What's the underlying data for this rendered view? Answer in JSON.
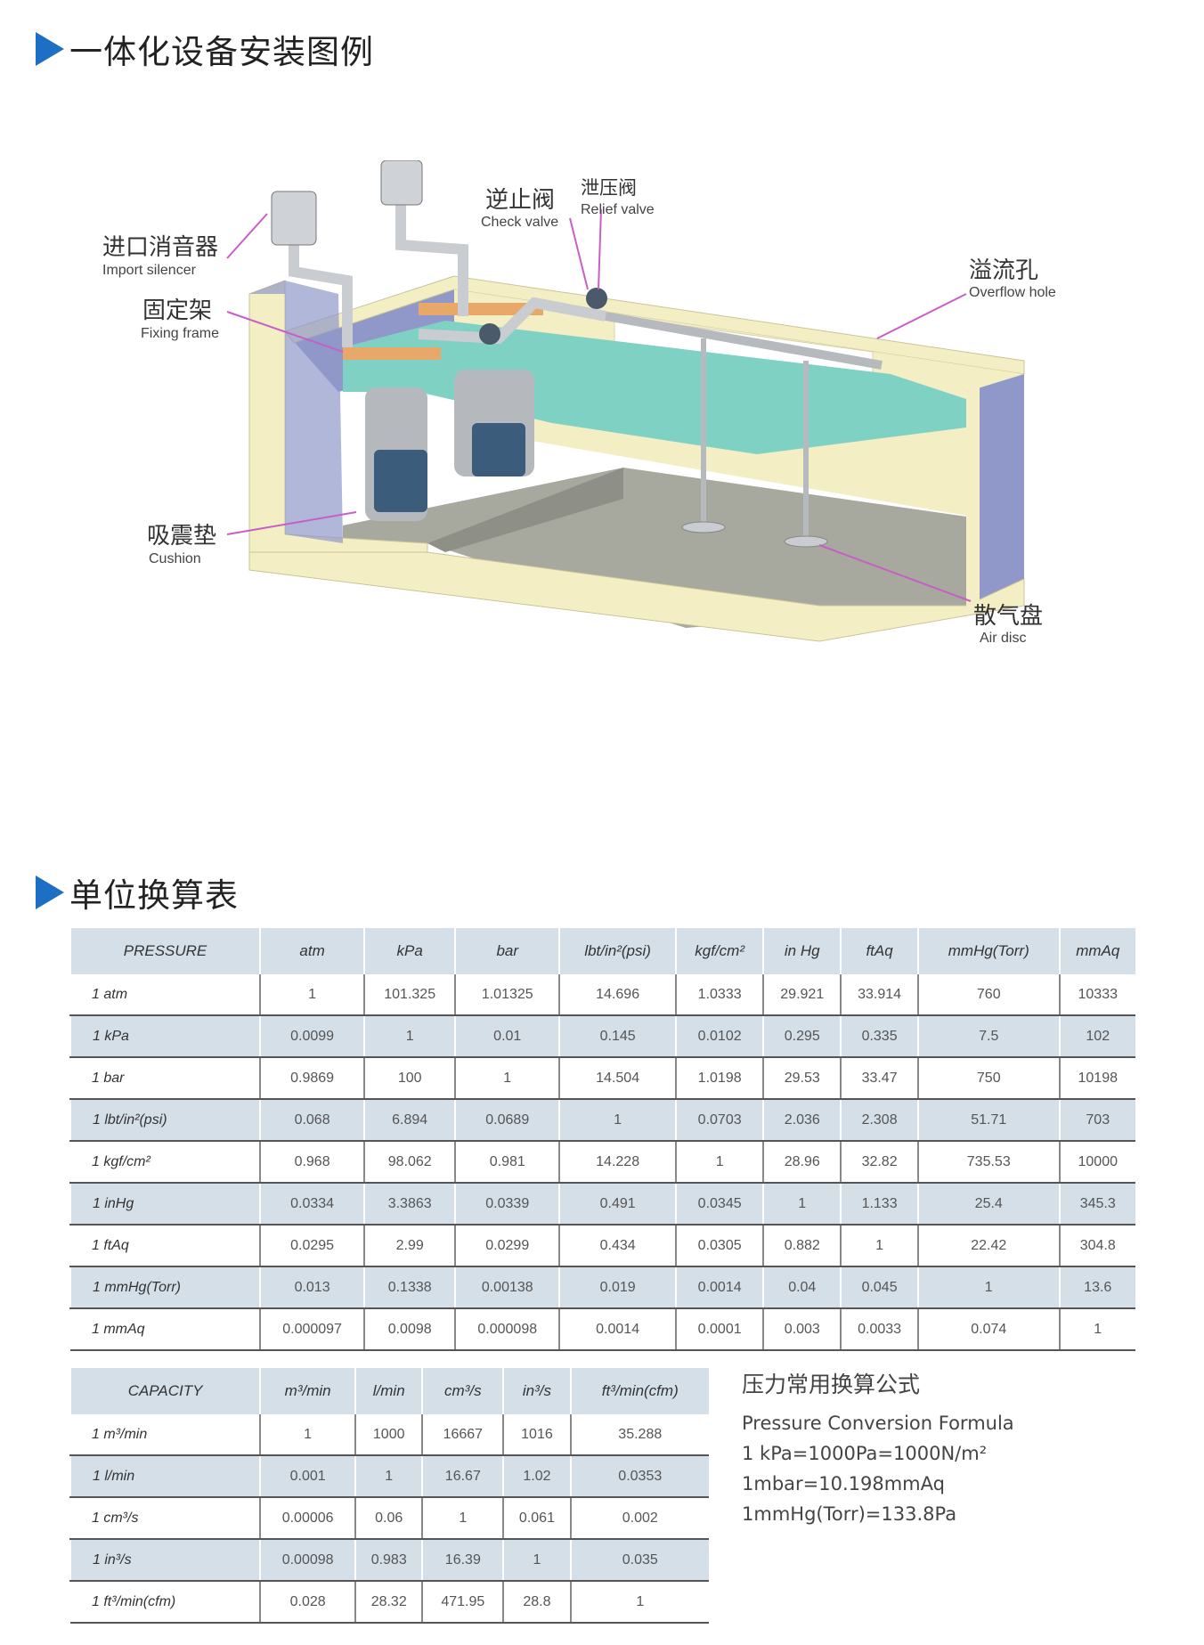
{
  "section1": {
    "title": "一体化设备安装图例"
  },
  "diagram": {
    "labels": [
      {
        "zh": "进口消音器",
        "en": "Import  silencer"
      },
      {
        "zh": "固定架",
        "en": "Fixing  frame"
      },
      {
        "zh": "吸震垫",
        "en": "Cushion"
      },
      {
        "zh": "逆止阀",
        "en": "Check valve"
      },
      {
        "zh": "泄压阀",
        "en": "Relief valve"
      },
      {
        "zh": "溢流孔",
        "en": "Overflow  hole"
      },
      {
        "zh": "散气盘",
        "en": "Air  disc"
      }
    ],
    "colors": {
      "wall": "#f3eec3",
      "water": "#7fd1c4",
      "inner": "#8f98c9",
      "floor": "#a7a89e",
      "frame": "#e8a86a",
      "pipe": "#c9ccd0",
      "arrow": "#c85fc8"
    }
  },
  "section2": {
    "title": "单位换算表"
  },
  "pressure_table": {
    "headers": [
      "PRESSURE",
      "atm",
      "kPa",
      "bar",
      "lbt/in²(psi)",
      "kgf/cm²",
      "in Hg",
      "ftAq",
      "mmHg(Torr)",
      "mmAq"
    ],
    "rows": [
      [
        "1 atm",
        "1",
        "101.325",
        "1.01325",
        "14.696",
        "1.0333",
        "29.921",
        "33.914",
        "760",
        "10333"
      ],
      [
        "1 kPa",
        "0.0099",
        "1",
        "0.01",
        "0.145",
        "0.0102",
        "0.295",
        "0.335",
        "7.5",
        "102"
      ],
      [
        "1 bar",
        "0.9869",
        "100",
        "1",
        "14.504",
        "1.0198",
        "29.53",
        "33.47",
        "750",
        "10198"
      ],
      [
        "1 lbt/in²(psi)",
        "0.068",
        "6.894",
        "0.0689",
        "1",
        "0.0703",
        "2.036",
        "2.308",
        "51.71",
        "703"
      ],
      [
        "1 kgf/cm²",
        "0.968",
        "98.062",
        "0.981",
        "14.228",
        "1",
        "28.96",
        "32.82",
        "735.53",
        "10000"
      ],
      [
        "1 inHg",
        "0.0334",
        "3.3863",
        "0.0339",
        "0.491",
        "0.0345",
        "1",
        "1.133",
        "25.4",
        "345.3"
      ],
      [
        "1 ftAq",
        "0.0295",
        "2.99",
        "0.0299",
        "0.434",
        "0.0305",
        "0.882",
        "1",
        "22.42",
        "304.8"
      ],
      [
        "1 mmHg(Torr)",
        "0.013",
        "0.1338",
        "0.00138",
        "0.019",
        "0.0014",
        "0.04",
        "0.045",
        "1",
        "13.6"
      ],
      [
        "1 mmAq",
        "0.000097",
        "0.0098",
        "0.000098",
        "0.0014",
        "0.0001",
        "0.003",
        "0.0033",
        "0.074",
        "1"
      ]
    ]
  },
  "capacity_table": {
    "headers": [
      "CAPACITY",
      "m³/min",
      "l/min",
      "cm³/s",
      "in³/s",
      "ft³/min(cfm)"
    ],
    "rows": [
      [
        "1 m³/min",
        "1",
        "1000",
        "16667",
        "1016",
        "35.288"
      ],
      [
        "1 l/min",
        "0.001",
        "1",
        "16.67",
        "1.02",
        "0.0353"
      ],
      [
        "1 cm³/s",
        "0.00006",
        "0.06",
        "1",
        "0.061",
        "0.002"
      ],
      [
        "1 in³/s",
        "0.00098",
        "0.983",
        "16.39",
        "1",
        "0.035"
      ],
      [
        "1 ft³/min(cfm)",
        "0.028",
        "28.32",
        "471.95",
        "28.8",
        "1"
      ]
    ]
  },
  "formula": {
    "title_zh": "压力常用换算公式",
    "title_en": "Pressure Conversion Formula",
    "lines": [
      "1 kPa=1000Pa=1000N/m²",
      "1mbar=10.198mmAq",
      "1mmHg(Torr)=133.8Pa"
    ]
  }
}
